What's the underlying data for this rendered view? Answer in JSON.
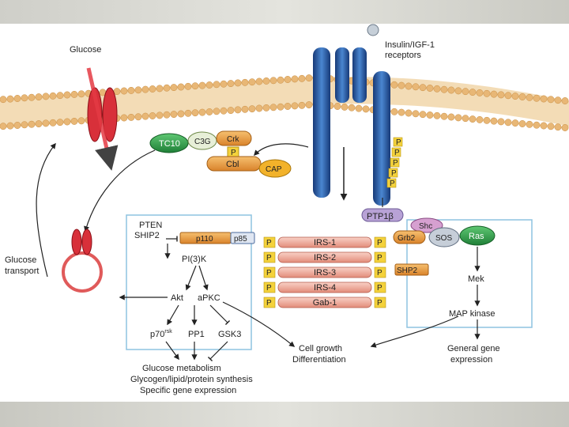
{
  "labels": {
    "glucose": "Glucose",
    "insulin_receptor_line1": "Insulin/IGF-1",
    "insulin_receptor_line2": "receptors",
    "glucose_transport_line1": "Glucose",
    "glucose_transport_line2": "transport",
    "tc10": "TC10",
    "c3g": "C3G",
    "crk": "Crk",
    "phospho_p": "P",
    "cbl": "Cbl",
    "cap": "CAP",
    "ptp1b": "PTP1β",
    "shc": "Shc",
    "grb2": "Grb2",
    "sos": "SOS",
    "ras": "Ras",
    "pten": "PTEN",
    "ship2_left": "SHIP2",
    "p110": "p110",
    "p85": "p85",
    "pi3k": "PI(3)K",
    "akt": "Akt",
    "apkc": "aPKC",
    "p70rsk_base": "p70",
    "p70rsk_sup": "rsk",
    "pp1": "PP1",
    "gsk3": "GSK3",
    "shp2": "SHP2",
    "mek": "Mek",
    "map_kinase": "MAP kinase",
    "general_gene_line1": "General gene",
    "general_gene_line2": "expression",
    "cell_growth_line1": "Cell growth",
    "cell_growth_line2": "Differentiation",
    "glucose_metabolism": "Glucose metabolism",
    "glycogen": "Glycogen/lipid/protein synthesis",
    "specific_gene": "Specific gene expression"
  },
  "irs_substrates": [
    "IRS-1",
    "IRS-2",
    "IRS-3",
    "IRS-4",
    "Gab-1"
  ],
  "colors": {
    "membrane_head": "#e8b776",
    "membrane_tail": "#f3dcb6",
    "receptor": "#2f5fa8",
    "glucose_channel": "#d8303a",
    "tc10": "#2e9a48",
    "orange_protein": "#e59a3a",
    "irs_pink": "#f2b3a3",
    "box_line": "#8ec3e0",
    "phospho_yellow": "#f4d23c",
    "ptp_lilac": "#b8a2d6"
  }
}
